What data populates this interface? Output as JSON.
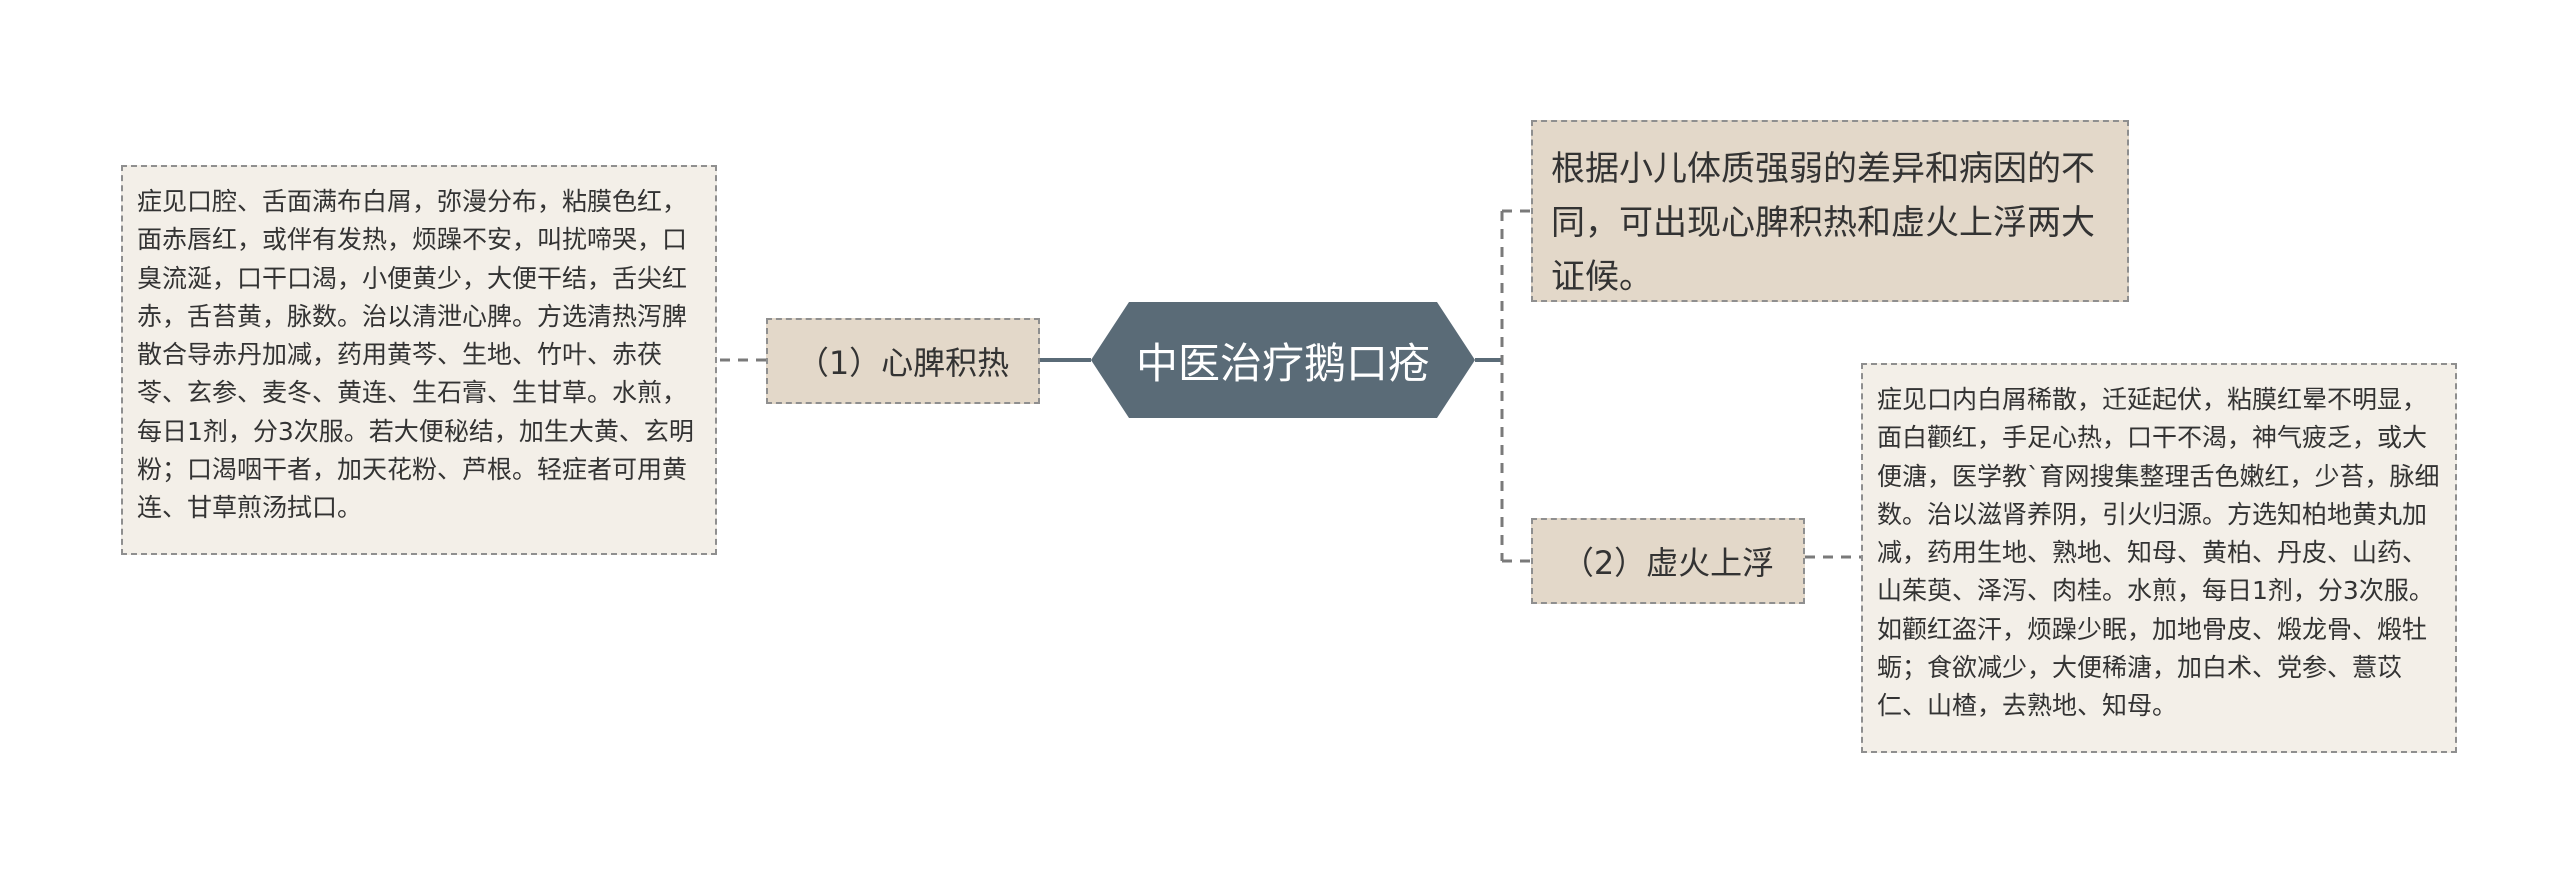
{
  "center": {
    "label": "中医治疗鹅口疮"
  },
  "top_note": {
    "text": "根据小儿体质强弱的差异和病因的不同，可出现心脾积热和虚火上浮两大证候。"
  },
  "branches": [
    {
      "label": "（1）心脾积热",
      "detail": "症见口腔、舌面满布白屑，弥漫分布，粘膜色红，面赤唇红，或伴有发热，烦躁不安，叫扰啼哭，口臭流涎，口干口渴，小便黄少，大便干结，舌尖红赤，舌苔黄，脉数。治以清泄心脾。方选清热泻脾散合导赤丹加减，药用黄芩、生地、竹叶、赤茯苓、玄参、麦冬、黄连、生石膏、生甘草。水煎，每日1剂，分3次服。若大便秘结，加生大黄、玄明粉；口渴咽干者，加天花粉、芦根。轻症者可用黄连、甘草煎汤拭口。"
    },
    {
      "label": "（2）虚火上浮",
      "detail": "症见口内白屑稀散，迁延起伏，粘膜红晕不明显，面白颧红，手足心热，口干不渴，神气疲乏，或大便溏，医学教`育网搜集整理舌色嫩红，少苔，脉细数。治以滋肾养阴，引火归源。方选知柏地黄丸加减，药用生地、熟地、知母、黄柏、丹皮、山药、山茱萸、泽泻、肉桂。水煎，每日1剂，分3次服。如颧红盗汗，烦躁少眠，加地骨皮、煅龙骨、煅牡蛎；食欲减少，大便稀溏，加白术、党参、薏苡仁、山楂，去熟地、知母。"
    }
  ],
  "colors": {
    "center_fill": "#5a6b77",
    "branch_fill": "#e3d8c9",
    "detail_fill": "#f3efe8",
    "border": "#8f8f8f",
    "connector": "#5a6b77",
    "text": "#333333"
  }
}
